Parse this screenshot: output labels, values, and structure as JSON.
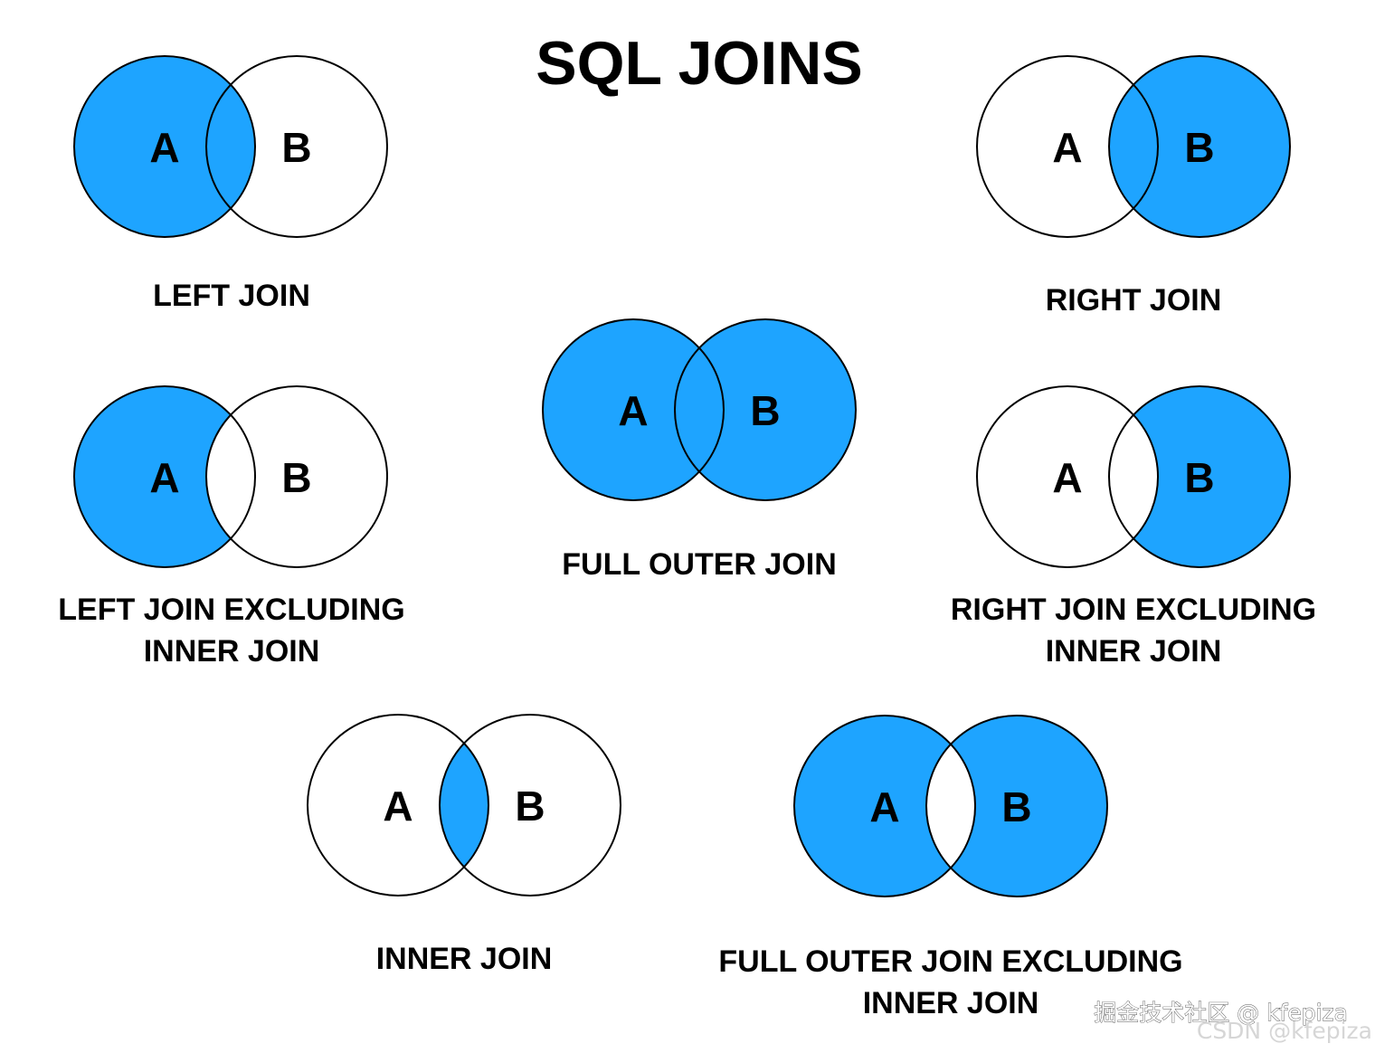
{
  "title": "SQL JOINS",
  "colors": {
    "fill": "#1EA4FF",
    "stroke": "#000000",
    "background": "#ffffff"
  },
  "sets": {
    "a": "A",
    "b": "B"
  },
  "joins": [
    {
      "key": "left-join",
      "label": [
        "LEFT JOIN"
      ],
      "regions": {
        "a_only": true,
        "overlap": true,
        "b_only": false
      }
    },
    {
      "key": "right-join",
      "label": [
        "RIGHT JOIN"
      ],
      "regions": {
        "a_only": false,
        "overlap": true,
        "b_only": true
      }
    },
    {
      "key": "full-outer-join",
      "label": [
        "FULL OUTER JOIN"
      ],
      "regions": {
        "a_only": true,
        "overlap": true,
        "b_only": true
      }
    },
    {
      "key": "left-join-excluding-inner-join",
      "label": [
        "LEFT JOIN EXCLUDING",
        "INNER JOIN"
      ],
      "regions": {
        "a_only": true,
        "overlap": false,
        "b_only": false
      }
    },
    {
      "key": "right-join-excluding-inner-join",
      "label": [
        "RIGHT JOIN EXCLUDING",
        "INNER JOIN"
      ],
      "regions": {
        "a_only": false,
        "overlap": false,
        "b_only": true
      }
    },
    {
      "key": "inner-join",
      "label": [
        "INNER JOIN"
      ],
      "regions": {
        "a_only": false,
        "overlap": true,
        "b_only": false
      }
    },
    {
      "key": "full-outer-join-excluding-inner-join",
      "label": [
        "FULL OUTER JOIN EXCLUDING",
        "INNER JOIN"
      ],
      "regions": {
        "a_only": true,
        "overlap": false,
        "b_only": true
      }
    }
  ],
  "watermarks": [
    "掘金技术社区 @ kfepiza",
    "CSDN @kfepiza"
  ]
}
